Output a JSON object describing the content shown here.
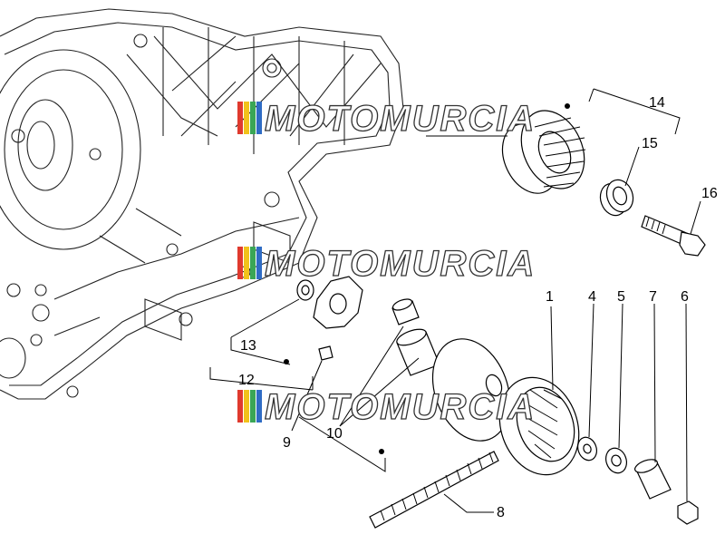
{
  "watermark": {
    "text": "MOTOMURCIA",
    "stripe_colors": [
      "#e03a2e",
      "#f2c21b",
      "#3aa655",
      "#2f6cc4"
    ],
    "outline_color": "#333333"
  },
  "callouts": {
    "c1": "1",
    "c4": "4",
    "c5": "5",
    "c6": "6",
    "c7": "7",
    "c8": "8",
    "c9": "9",
    "c10": "10",
    "c12": "12",
    "c13": "13",
    "c14": "14",
    "c15": "15",
    "c16": "16"
  }
}
